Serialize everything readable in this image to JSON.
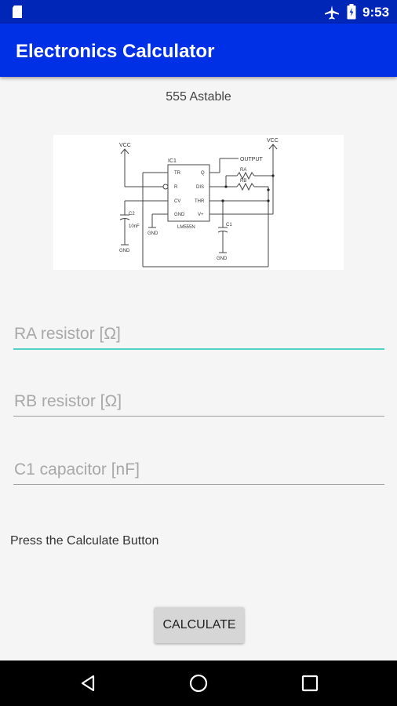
{
  "status_bar": {
    "time": "9:53",
    "icons": [
      "sd-card-icon",
      "airplane-mode-icon",
      "battery-icon"
    ]
  },
  "app_bar": {
    "title": "Electronics Calculator"
  },
  "page": {
    "subtitle": "555 Astable"
  },
  "schematic": {
    "labels": {
      "vcc_left": "VCC",
      "vcc_right": "VCC",
      "ic": "IC1",
      "output": "OUTPUT",
      "ra": "RA",
      "rb": "RB",
      "pin_tr": "TR",
      "pin_q": "Q",
      "pin_r": "R",
      "pin_dis": "DIS",
      "pin_cv": "CV",
      "pin_thr": "THR",
      "pin_gnd": "GND",
      "pin_vplus": "V+",
      "chip": "LM555N",
      "c2": "C2",
      "c2_value": "10nF",
      "c1": "C1",
      "gnd1": "GND",
      "gnd2": "GND",
      "gnd3": "GND"
    }
  },
  "form": {
    "ra": {
      "placeholder": "RA resistor [Ω]",
      "value": ""
    },
    "rb": {
      "placeholder": "RB resistor [Ω]",
      "value": ""
    },
    "c1": {
      "placeholder": "C1 capacitor [nF]",
      "value": ""
    }
  },
  "result": {
    "text": "Press the Calculate Button"
  },
  "actions": {
    "calculate_label": "CALCULATE"
  },
  "colors": {
    "status_bar": "#0026b8",
    "app_bar": "#0030e6",
    "accent": "#4fd3c4"
  }
}
